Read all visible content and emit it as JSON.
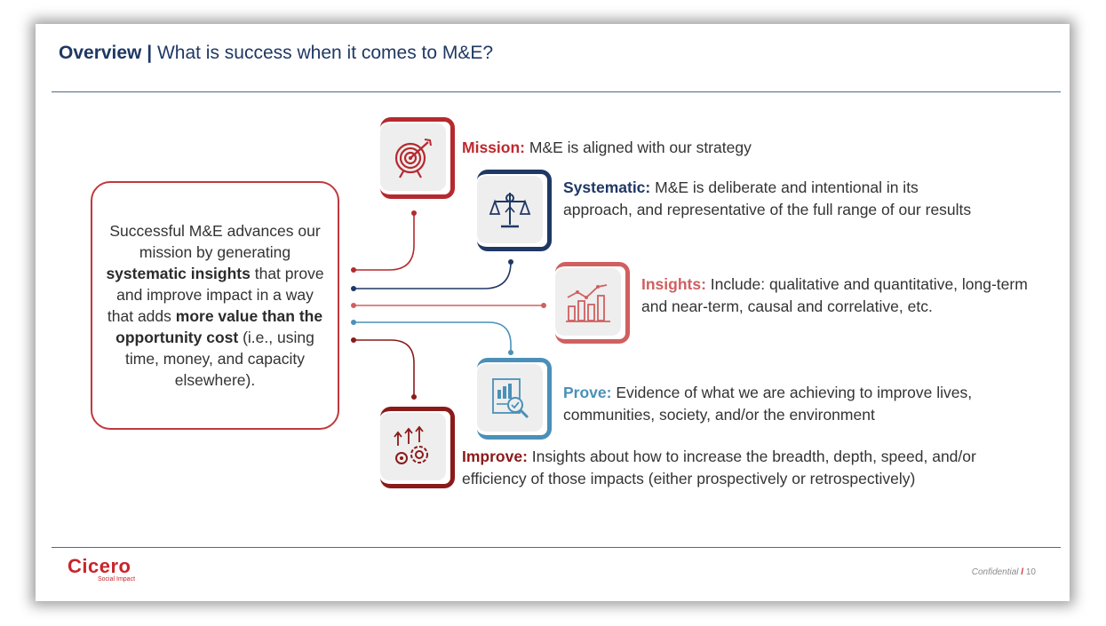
{
  "header": {
    "title_bold": "Overview |",
    "title_rest": " What is success when it comes to M&E?"
  },
  "callout": {
    "part1": "Successful M&E advances our mission by generating ",
    "bold1": "systematic insights",
    "part2": " that prove and improve impact in a way that adds ",
    "bold2": "more value than the opportunity cost",
    "part3": " (i.e., using time, money, and capacity elsewhere)."
  },
  "items": [
    {
      "keyword": "Mission:",
      "text": " M&E is aligned with our strategy",
      "color": "#c0282e",
      "icon": "target-icon"
    },
    {
      "keyword": "Systematic:",
      "text": " M&E is deliberate and intentional in its approach, and representative of the full range of our results",
      "color": "#1f3864",
      "icon": "balance-scale-icon"
    },
    {
      "keyword": "Insights:",
      "text": " Include: qualitative and quantitative, long-term and near-term, causal and correlative, etc.",
      "color": "#d06060",
      "icon": "bar-chart-icon"
    },
    {
      "keyword": "Prove:",
      "text": " Evidence of what we are achieving to improve lives, communities, society, and/or the environment",
      "color": "#4a90b8",
      "icon": "report-magnifier-icon"
    },
    {
      "keyword": "Improve:",
      "text": " Insights about how to increase the breadth, depth, speed, and/or efficiency of those impacts (either prospectively or retrospectively)",
      "color": "#8b1a1a",
      "icon": "gears-arrows-icon"
    }
  ],
  "footer": {
    "logo_name": "Cicero",
    "logo_sub": "Social Impact",
    "confidential": "Confidential",
    "slash": "/",
    "page": "10"
  }
}
